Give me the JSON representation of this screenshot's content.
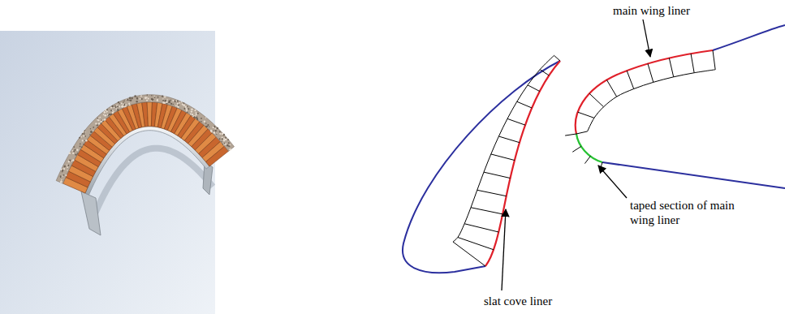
{
  "diagram": {
    "labels": [
      "main wing liner",
      "taped section of main wing liner",
      "slat cove liner"
    ]
  }
}
